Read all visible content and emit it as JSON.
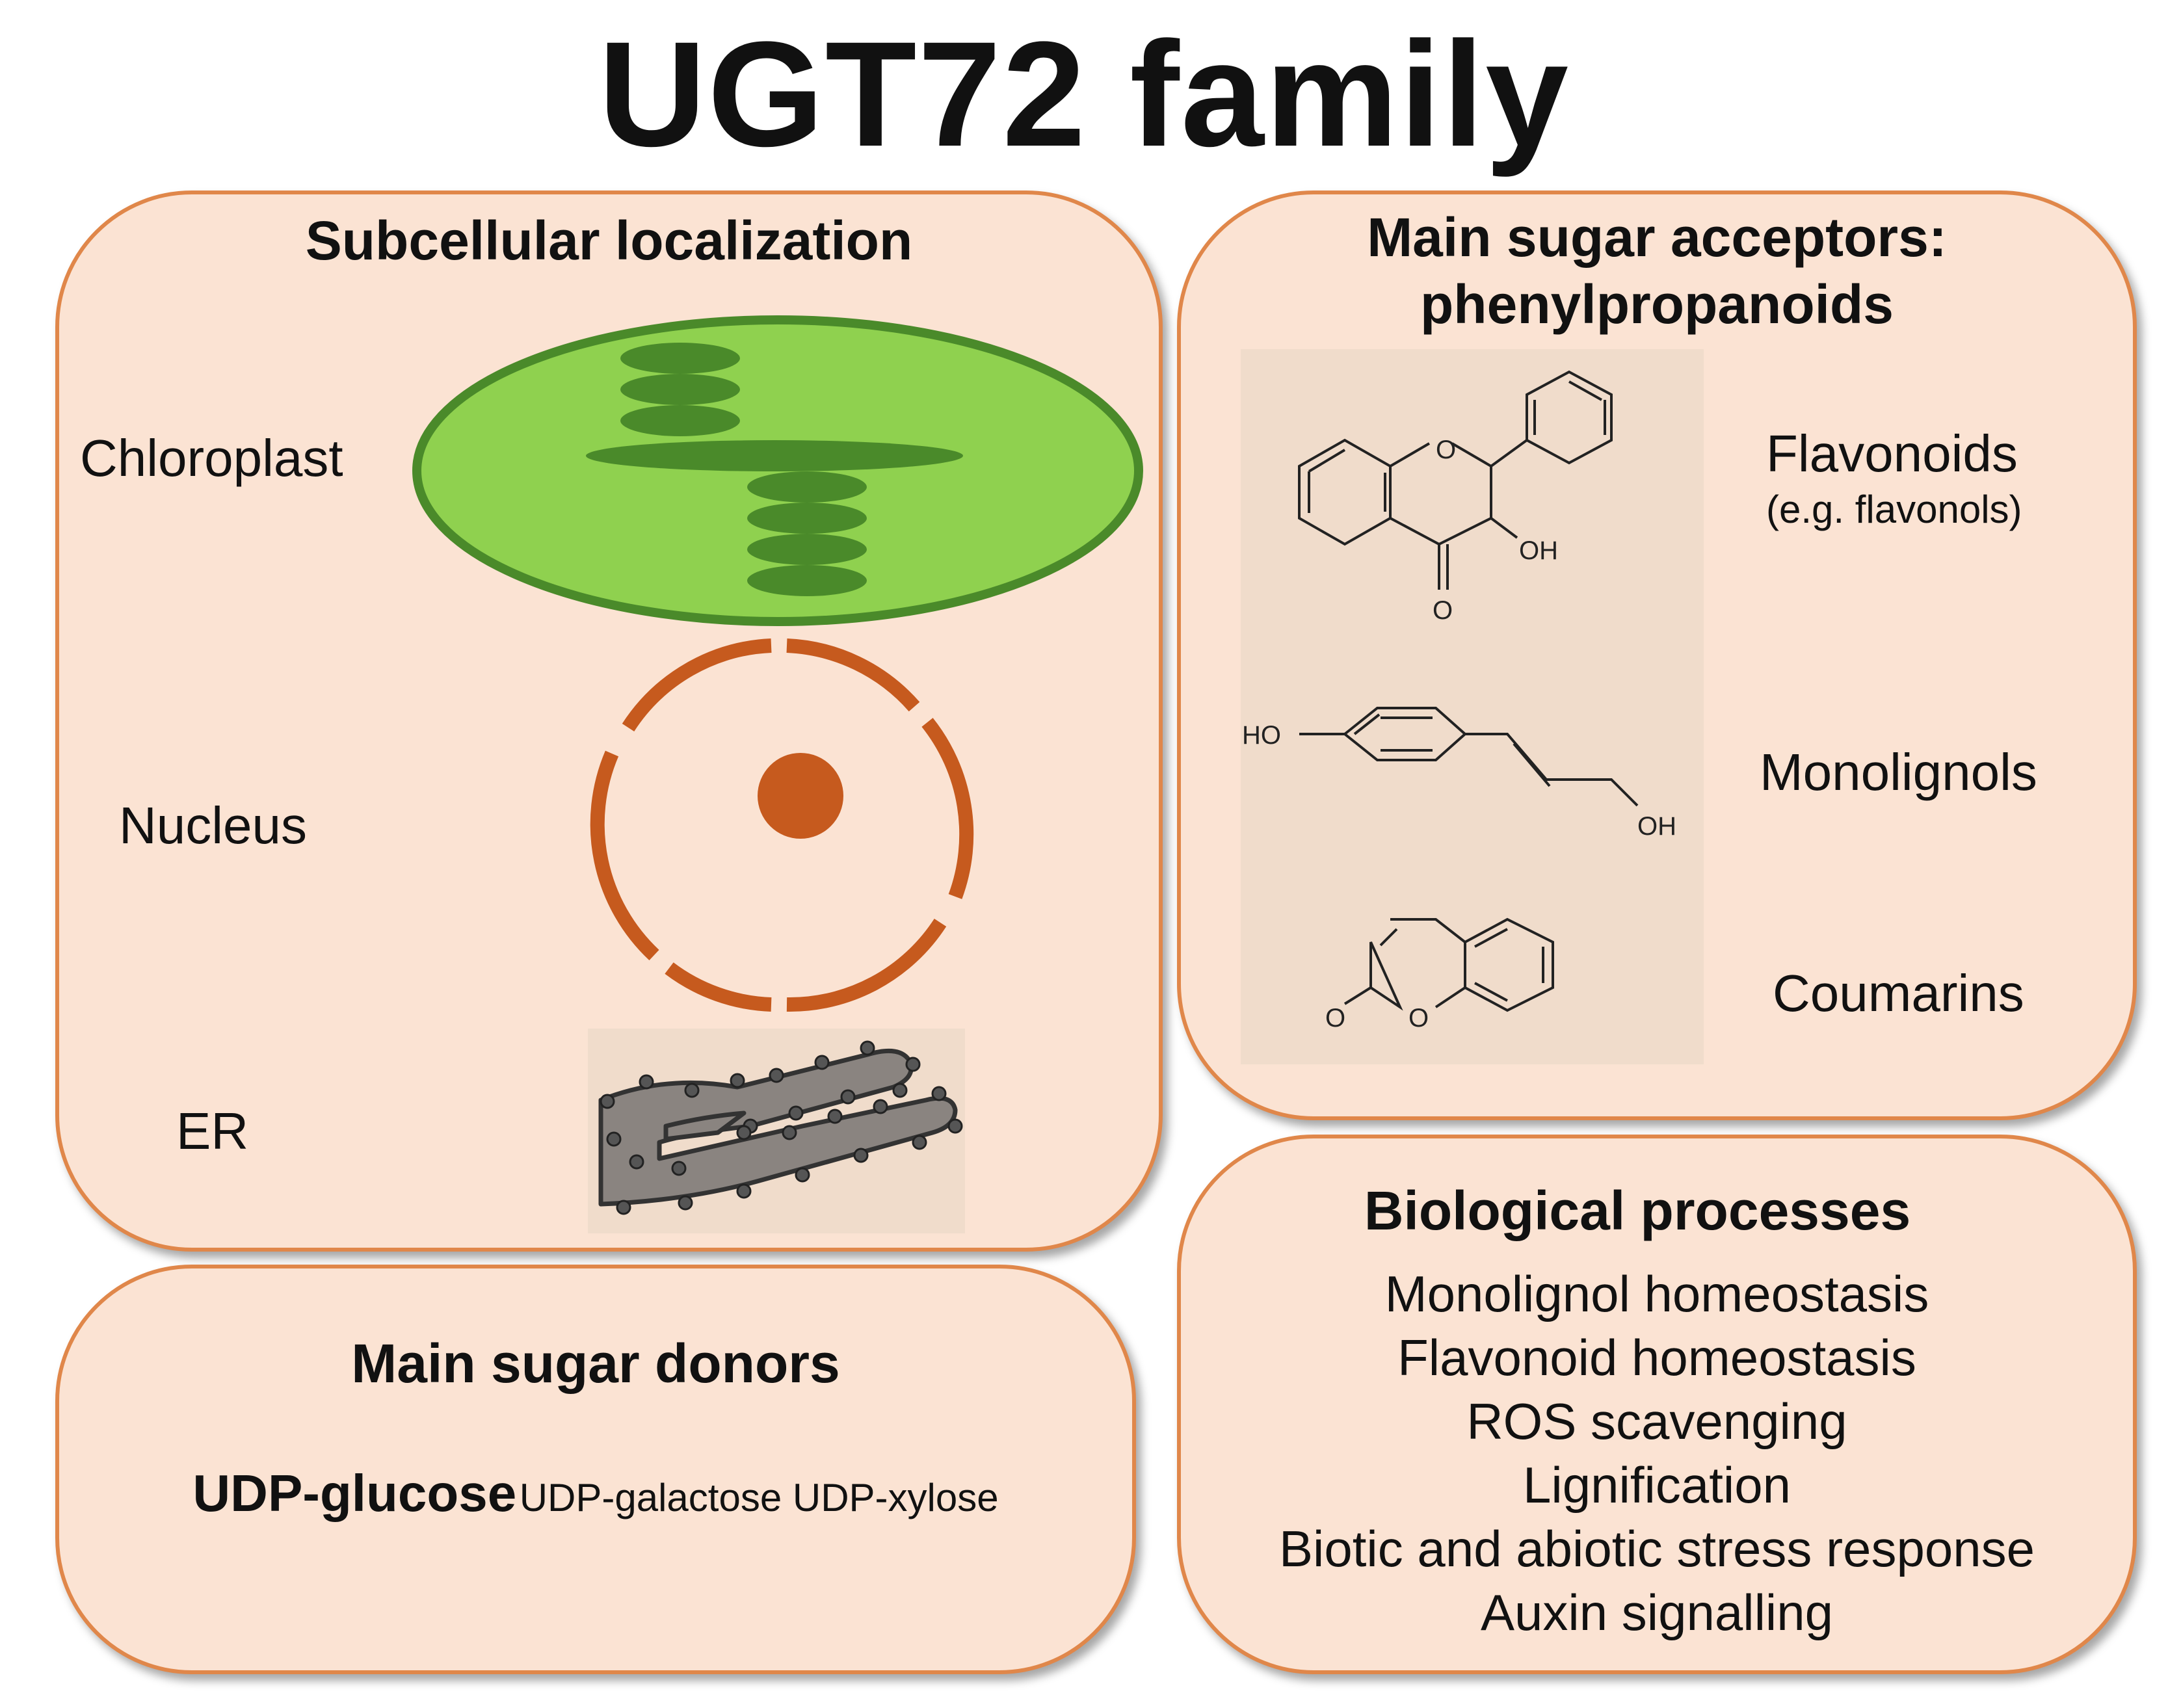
{
  "title": "UGT72 family",
  "localization": {
    "heading": "Subcellular localization",
    "organelles": [
      "Chloroplast",
      "Nucleus",
      "ER"
    ]
  },
  "acceptors": {
    "heading_line1": "Main sugar acceptors:",
    "heading_line2": "phenylpropanoids",
    "classes": [
      {
        "name": "Flavonoids",
        "note": "(e.g. flavonols)"
      },
      {
        "name": "Monolignols"
      },
      {
        "name": "Coumarins"
      }
    ],
    "atom_labels": {
      "o": "O",
      "oh": "OH",
      "ho": "HO"
    }
  },
  "donors": {
    "heading": "Main sugar donors",
    "primary": "UDP-glucose",
    "others": "UDP-galactose UDP-xylose"
  },
  "processes": {
    "heading": "Biological processes",
    "items": [
      "Monolignol homeostasis",
      "Flavonoid homeostasis",
      "ROS scavenging",
      "Lignification",
      "Biotic and abiotic stress response",
      "Auxin signalling"
    ]
  },
  "colors": {
    "panel_fill": "#fbe3d3",
    "panel_border": "#e0874a",
    "chloroplast_fill": "#8fd14f",
    "chloroplast_border": "#4a8a2a",
    "thylakoid": "#4a8a2a",
    "nucleus": "#c65a1e",
    "er": "#8a8480"
  }
}
